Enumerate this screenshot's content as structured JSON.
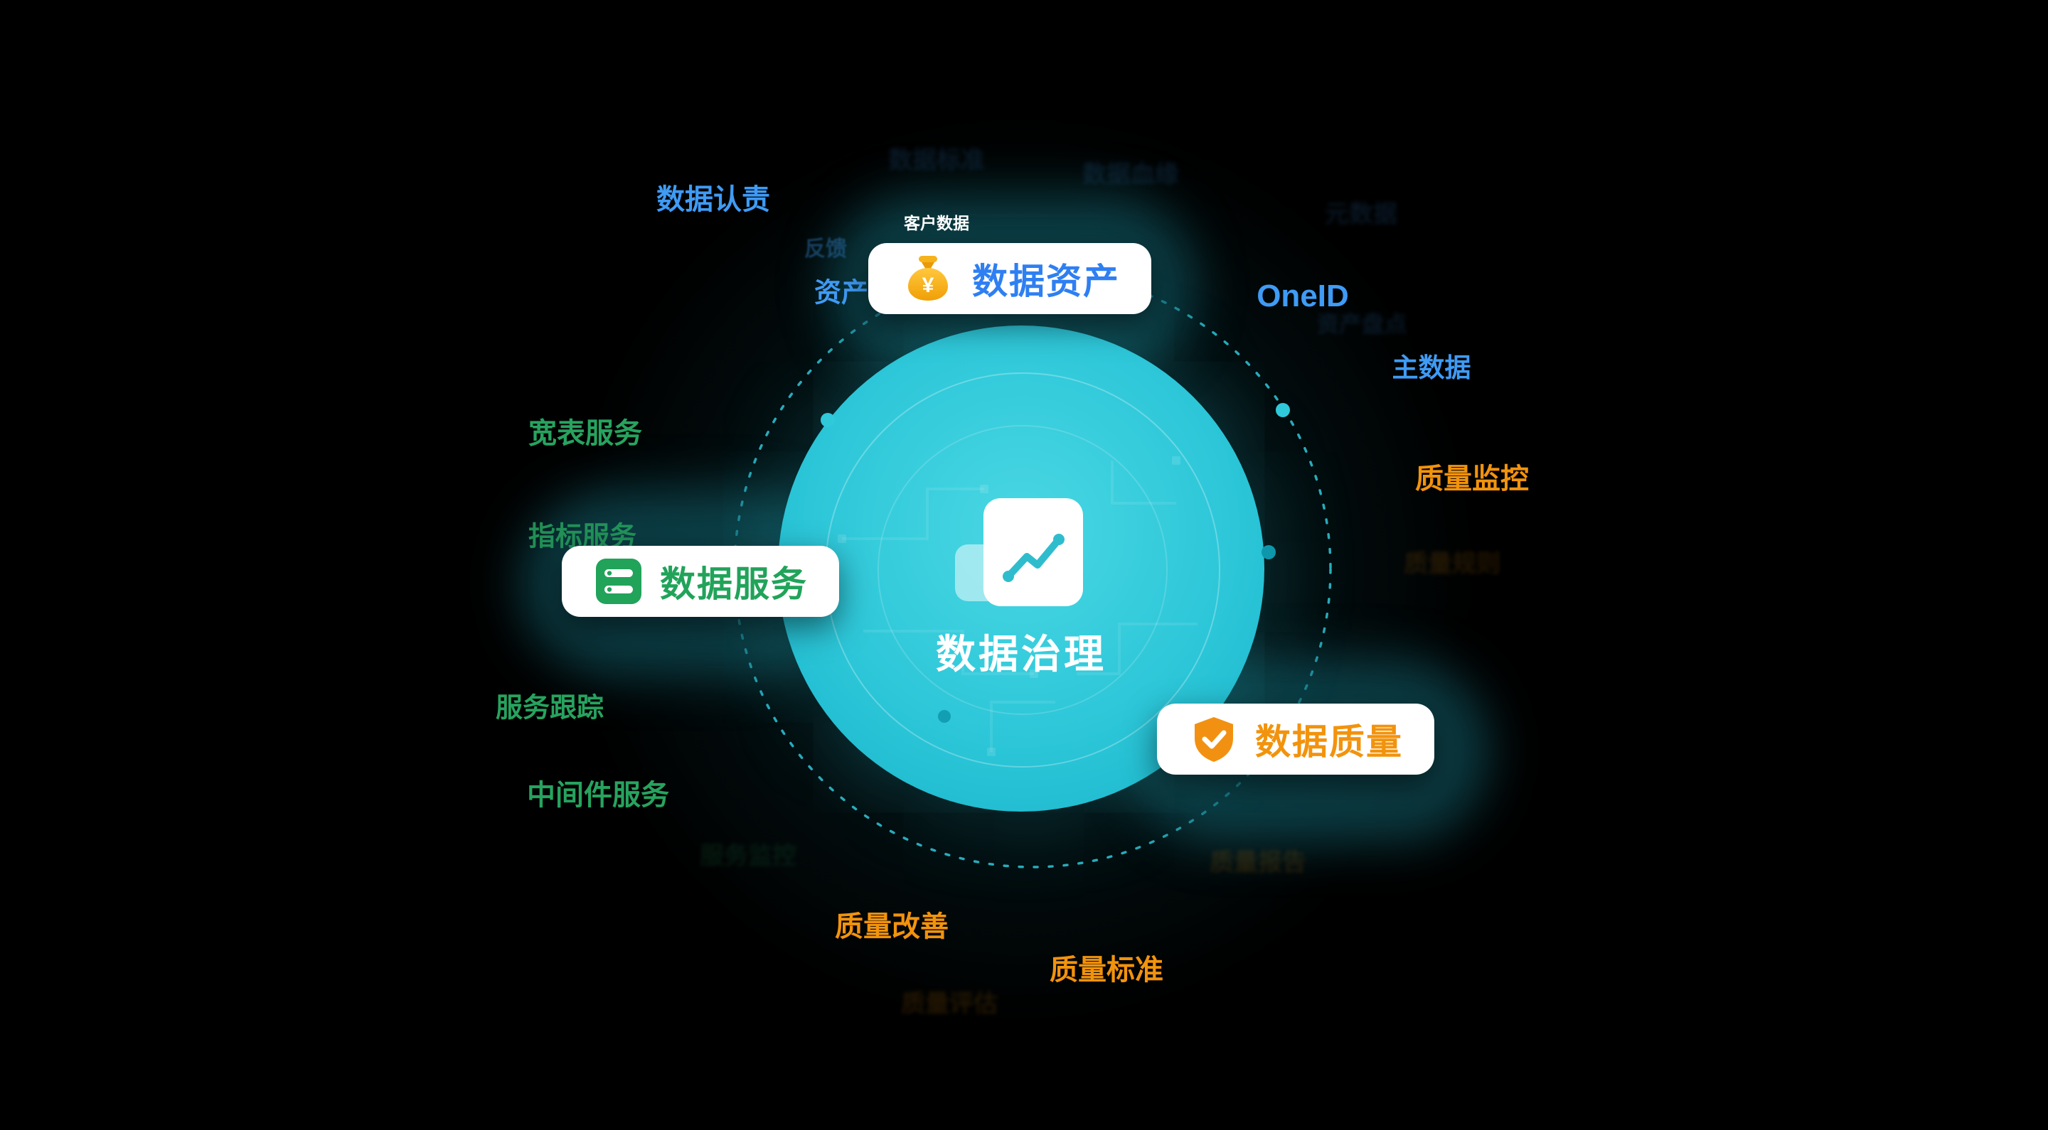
{
  "diagram": {
    "type": "data-governance-wheel",
    "colors": {
      "background": "#000000",
      "teal_circle": "#2dc7d9",
      "blue_accent": "#3f9bf5",
      "green_accent": "#27a35f",
      "orange_accent": "#f2930d",
      "pill_blue_text": "#2e7ff2",
      "pill_green_text": "#21a35a",
      "pill_orange_text": "#f2930d",
      "gold_icon": "#f5b21a"
    },
    "icons": {
      "assets": "money-bag-icon",
      "services": "database-icon",
      "quality": "shield-check-icon",
      "center": "chart-document-icon"
    },
    "center": {
      "title": "数据治理"
    },
    "pills": {
      "assets": {
        "label": "数据资产"
      },
      "services": {
        "label": "数据服务"
      },
      "quality": {
        "label": "数据质量"
      }
    },
    "satellites": {
      "data_accountability": {
        "text": "数据认责",
        "color": "#3f9bf5"
      },
      "customer_data": {
        "text": "客户数据",
        "color": "#ffffff"
      },
      "asset_partial": {
        "text": "资产",
        "color": "#3f9bf5"
      },
      "feedback_partial": {
        "text": "反馈",
        "color": "#3f9bf5"
      },
      "oneid": {
        "text": "OneID",
        "color": "#3f9bf5"
      },
      "master_data": {
        "text": "主数据",
        "color": "#3f9bf5"
      },
      "quality_monitoring": {
        "text": "质量监控",
        "color": "#f2930d"
      },
      "wide_table_service": {
        "text": "宽表服务",
        "color": "#27a35f"
      },
      "metric_service": {
        "text": "指标服务",
        "color": "#27a35f"
      },
      "service_tracking": {
        "text": "服务跟踪",
        "color": "#27a35f"
      },
      "middleware_service": {
        "text": "中间件服务",
        "color": "#27a35f"
      },
      "quality_improvement": {
        "text": "质量改善",
        "color": "#f2930d"
      },
      "quality_standard": {
        "text": "质量标准",
        "color": "#f2930d"
      }
    },
    "faint_labels": [
      {
        "text": "数据标准"
      },
      {
        "text": "数据血缘"
      },
      {
        "text": "元数据"
      },
      {
        "text": "资产盘点"
      },
      {
        "text": "质量规则"
      },
      {
        "text": "服务监控"
      },
      {
        "text": "质量报告"
      },
      {
        "text": "质量评估"
      }
    ]
  }
}
